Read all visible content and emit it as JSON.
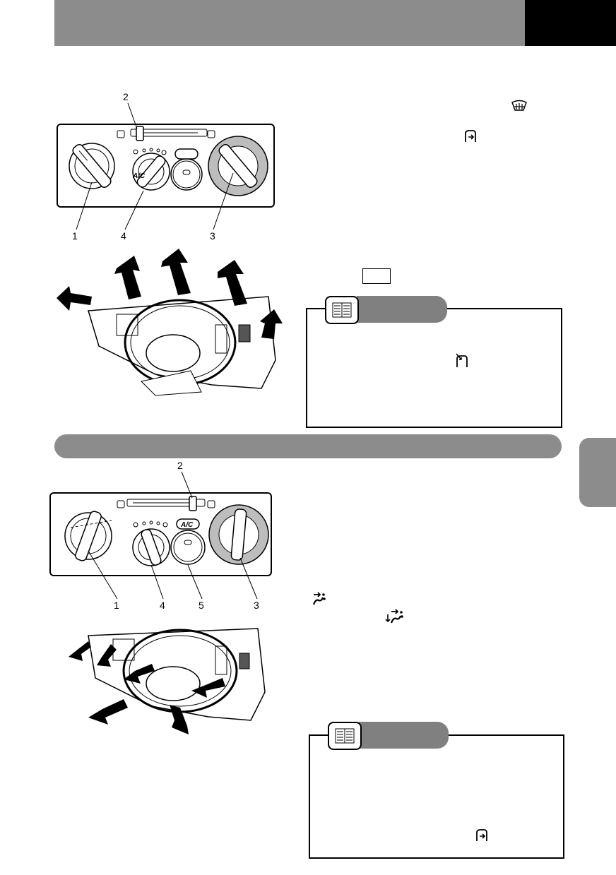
{
  "top_diagram": {
    "callouts": [
      "2",
      "1",
      "4",
      "3"
    ]
  },
  "bottom_diagram": {
    "callouts": [
      "2",
      "1",
      "4",
      "5",
      "3"
    ]
  },
  "panel": {
    "ac_label": "A/C"
  },
  "icons": {
    "defrost": "defrost-icon",
    "recirculation": "recirculation-icon",
    "fresh_air": "fresh-air-icon",
    "face_vent": "face-vent-icon",
    "bi_level": "bi-level-icon",
    "book": "book-icon"
  }
}
